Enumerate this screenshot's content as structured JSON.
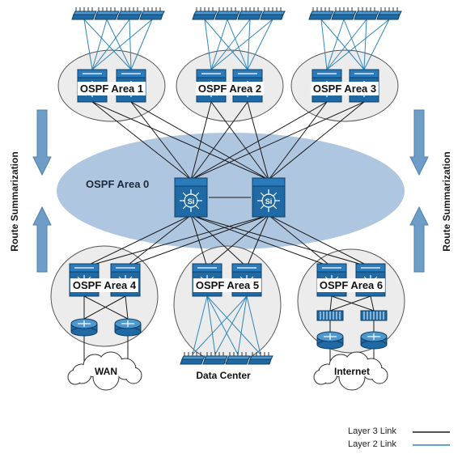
{
  "diagram": {
    "area0_label": "OSPF Area 0",
    "areas": [
      {
        "label": "OSPF Area 1"
      },
      {
        "label": "OSPF Area 2"
      },
      {
        "label": "OSPF Area 3"
      },
      {
        "label": "OSPF Area 4"
      },
      {
        "label": "OSPF Area 5"
      },
      {
        "label": "OSPF Area 6"
      }
    ],
    "core_switch_glyph": "Si",
    "clouds": {
      "wan": "WAN",
      "internet": "Internet"
    },
    "datacenter_label": "Data Center",
    "side_labels": {
      "left": "Route Summarization",
      "right": "Route Summarization"
    },
    "legend": {
      "layer3": "Layer 3 Link",
      "layer2": "Layer 2 Link"
    }
  },
  "colors": {
    "device_blue": "#1f6aa5",
    "area0_fill": "#aec6e0",
    "area_fill": "#ececec",
    "layer2_link": "#2f86b8",
    "layer3_link": "#1a1a1a",
    "arrow_fill": "#6e9dc8"
  },
  "icons": [
    "layer3-switch-icon",
    "core-switch-icon",
    "router-icon",
    "access-switch-icon",
    "cloud-icon"
  ]
}
